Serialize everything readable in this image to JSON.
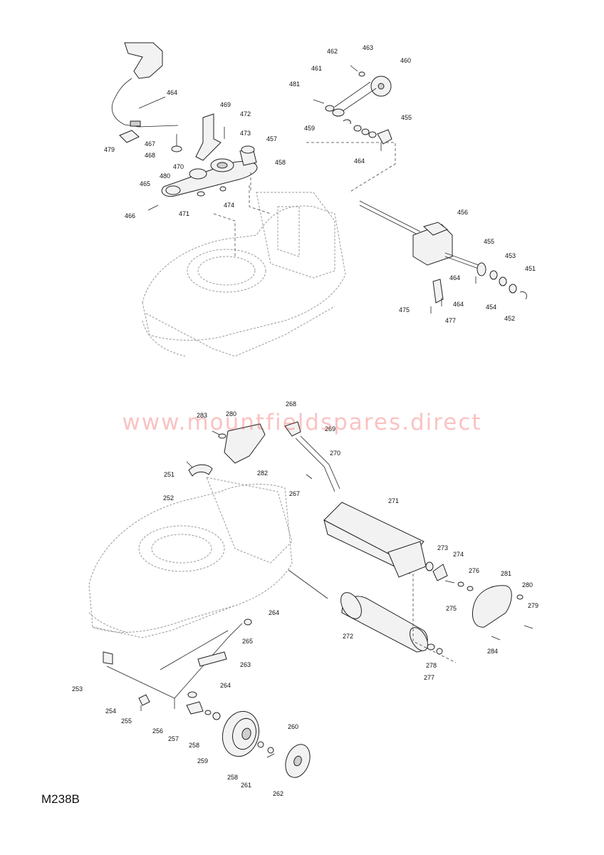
{
  "watermark": "www.mountfieldspares.direct",
  "drawing_code": "M238B",
  "labels": {
    "p464a": "464",
    "p469": "469",
    "p472": "472",
    "p473": "473",
    "p457": "457",
    "p467": "467",
    "p468": "468",
    "p479": "479",
    "p470": "470",
    "p480": "480",
    "p465": "465",
    "p458": "458",
    "p466": "466",
    "p471": "471",
    "p474": "474",
    "p462": "462",
    "p463": "463",
    "p460": "460",
    "p461": "461",
    "p481": "481",
    "p459": "459",
    "p455a": "455",
    "p464b": "464",
    "p456": "456",
    "p455b": "455",
    "p453": "453",
    "p451": "451",
    "p464c": "464",
    "p454": "454",
    "p452": "452",
    "p475": "475",
    "p464d": "464",
    "p477": "477",
    "p283": "283",
    "p280a": "280",
    "p268": "268",
    "p269": "269",
    "p270": "270",
    "p251": "251",
    "p282": "282",
    "p252": "252",
    "p267": "267",
    "p271": "271",
    "p273": "273",
    "p274": "274",
    "p276": "276",
    "p281": "281",
    "p280b": "280",
    "p279": "279",
    "p275": "275",
    "p284": "284",
    "p264a": "264",
    "p265": "265",
    "p272": "272",
    "p263": "263",
    "p278": "278",
    "p277": "277",
    "p253": "253",
    "p264b": "264",
    "p254": "254",
    "p255": "255",
    "p256": "256",
    "p257": "257",
    "p258a": "258",
    "p260": "260",
    "p259": "259",
    "p258b": "258",
    "p261": "261",
    "p262": "262"
  }
}
